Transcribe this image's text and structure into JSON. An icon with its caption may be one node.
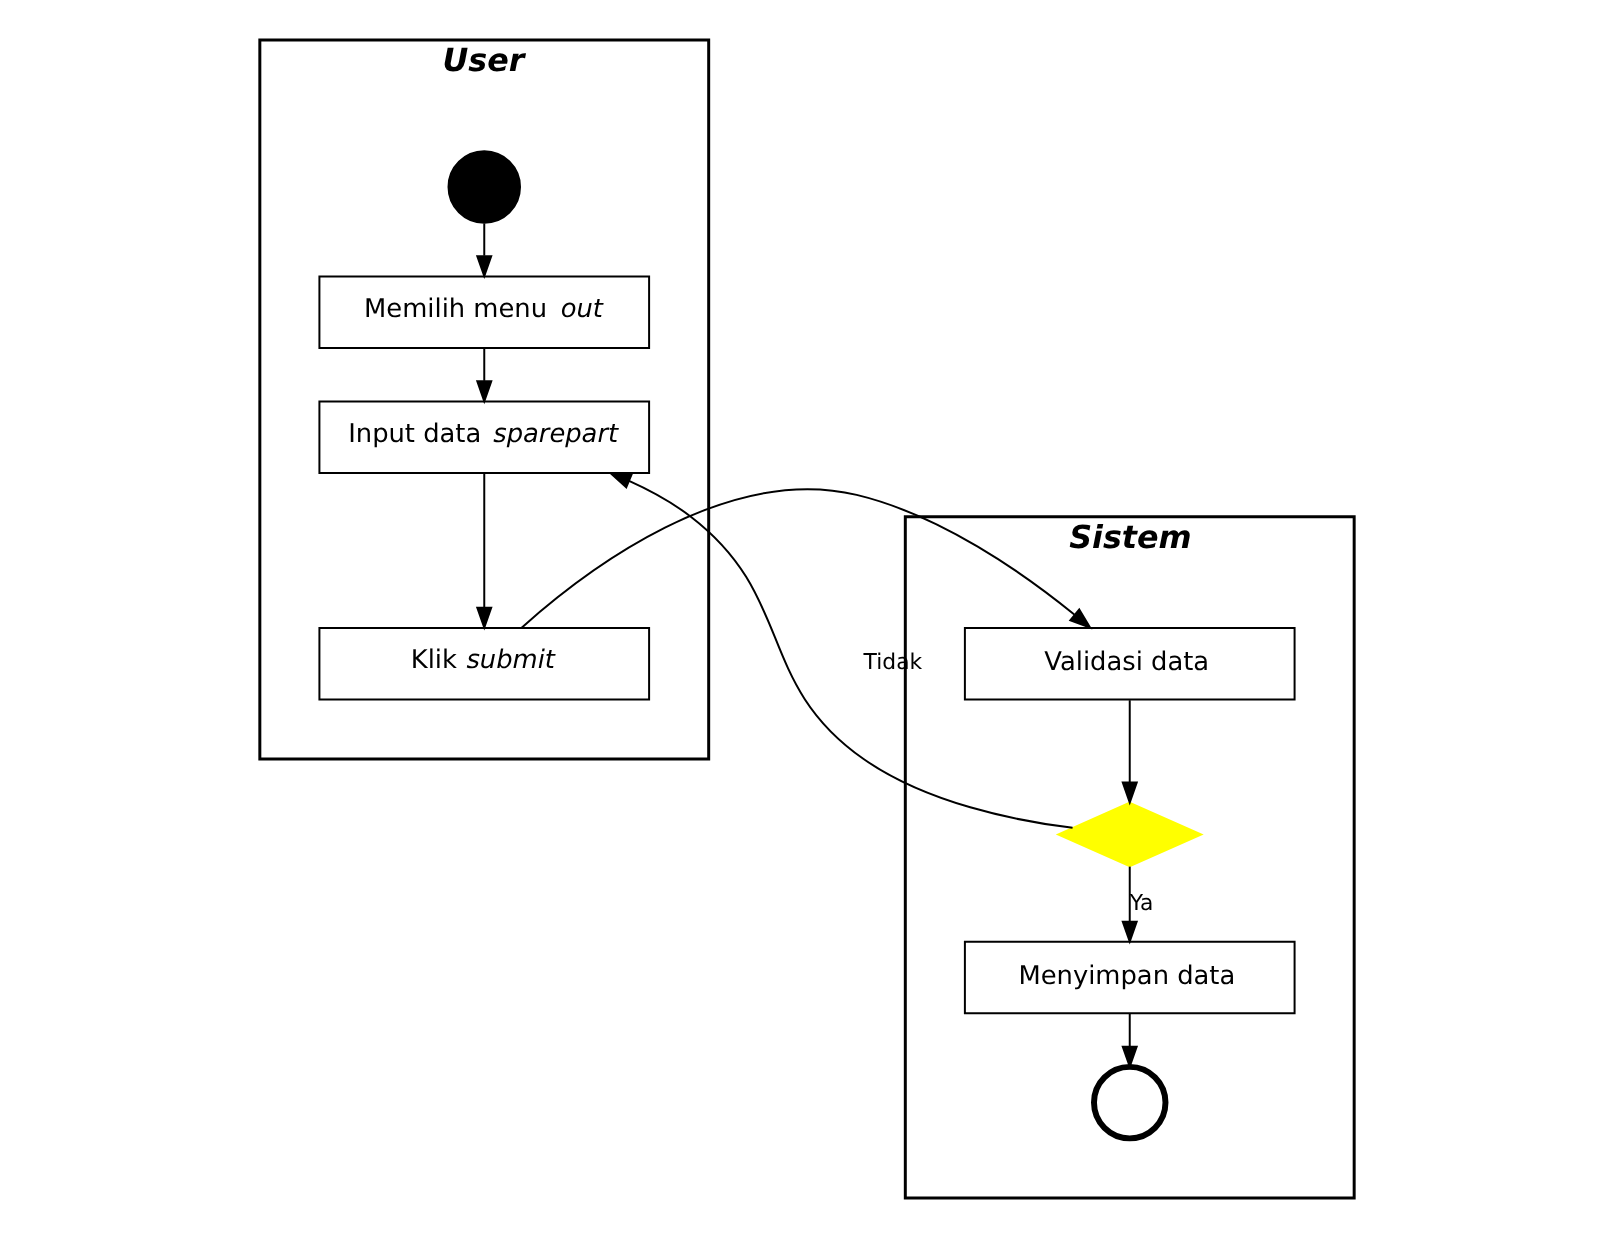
{
  "diagram": {
    "nodes": [
      {
        "text": [
          "User"
        ]
      },
      {
        "text": [
          "Sistem"
        ]
      },
      {
        "text": [],
        "shape": "circle",
        "in": 0
      },
      {
        "text": [
          "Memilih menu *out*"
        ],
        "in": 0
      },
      {
        "text": [
          "Input data *sparepart*"
        ],
        "in": 0
      },
      {
        "text": [
          "Klik *submit*"
        ],
        "in": 0
      },
      {
        "text": [
          "Validasi data"
        ],
        "in": 1
      },
      {
        "text": [],
        "shape": "diamond",
        "in": 1
      },
      {
        "text": [
          "Menyimpan data"
        ],
        "in": 1
      },
      {
        "text": [],
        "shape": "circle",
        "in": 1
      }
    ],
    "edges": [
      {
        "from": 2,
        "to": 3,
        "arrow": "to"
      },
      {
        "from": 3,
        "to": 4,
        "arrow": "to"
      },
      {
        "from": 4,
        "to": 5,
        "arrow": "to"
      },
      {
        "from": 5,
        "to": 6,
        "arrow": "to"
      },
      {
        "from": 6,
        "to": 7,
        "arrow": "to"
      },
      {
        "from": 7,
        "to": 4,
        "arrow": "to",
        "label": "Tidak"
      },
      {
        "from": 7,
        "to": 8,
        "arrow": "to",
        "label": "Ya"
      },
      {
        "from": 8,
        "to": 9,
        "arrow": "to"
      }
    ]
  }
}
